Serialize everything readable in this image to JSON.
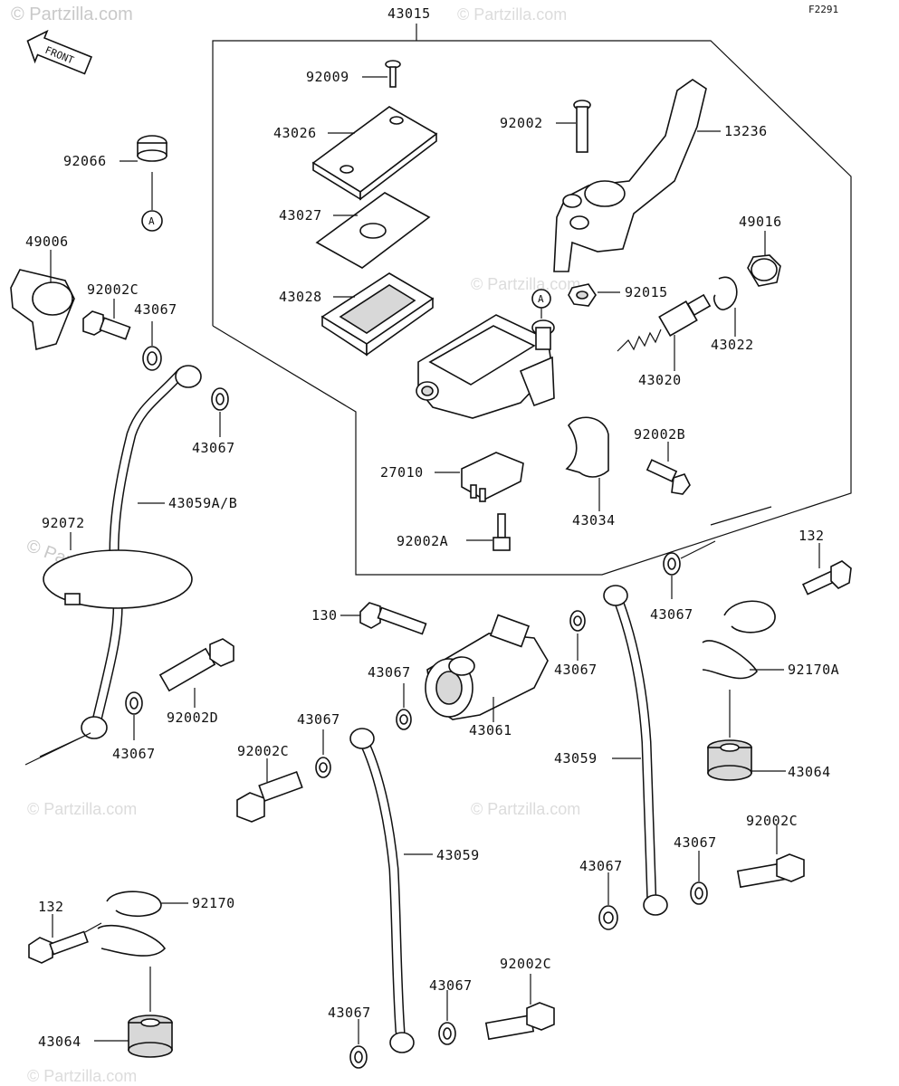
{
  "figure_ref": "F2291",
  "front_label": "FRONT",
  "watermark": "© Partzilla.com",
  "labels": {
    "p43015": "43015",
    "p92009": "92009",
    "p43026": "43026",
    "p43027": "43027",
    "p43028": "43028",
    "p92002": "92002",
    "p13236": "13236",
    "p49016": "49016",
    "p92015": "92015",
    "p43022": "43022",
    "p43020": "43020",
    "p92002B": "92002B",
    "p27010": "27010",
    "p43034": "43034",
    "p92002A": "92002A",
    "p92066": "92066",
    "p49006": "49006",
    "p92002C_a": "92002C",
    "p43067_a": "43067",
    "p43067_b": "43067",
    "p43059AB": "43059A/B",
    "p92072": "92072",
    "p92002D": "92002D",
    "p43067_c": "43067",
    "p130": "130",
    "p43067_d": "43067",
    "p43061": "43061",
    "p43067_e": "43067",
    "p43067_f": "43067",
    "p132_a": "132",
    "p92170A": "92170A",
    "p43059_a": "43059",
    "p43064_a": "43064",
    "p92002C_b": "92002C",
    "p43067_g": "43067",
    "p92002C_c": "92002C",
    "p43059_b": "43059",
    "p43067_h": "43067",
    "p43067_i": "43067",
    "p92170": "92170",
    "p132_b": "132",
    "p43064_b": "43064",
    "p43067_j": "43067",
    "p43067_k": "43067",
    "p92002C_d": "92002C"
  },
  "callout_a": "A"
}
